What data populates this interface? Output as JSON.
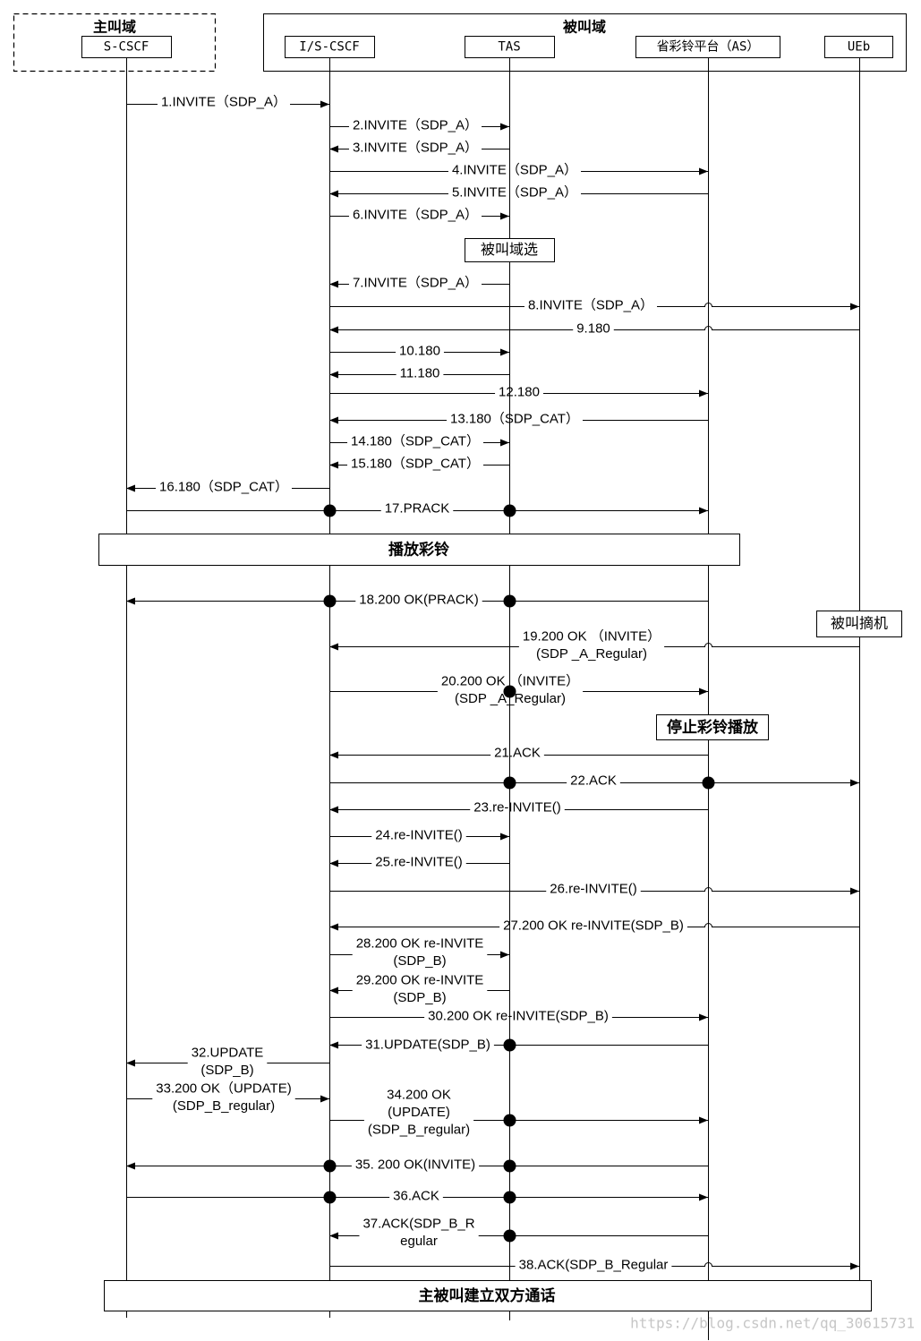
{
  "domains": {
    "caller": "主叫域",
    "callee": "被叫域"
  },
  "lifelines": [
    "S-CSCF",
    "I/S-CSCF",
    "TAS",
    "省彩铃平台（AS）",
    "UEb"
  ],
  "notes": {
    "domain_select": "被叫域选",
    "play_ringback": "播放彩铃",
    "callee_answer": "被叫摘机",
    "stop_ringback": "停止彩铃播放",
    "call_established": "主被叫建立双方通话"
  },
  "messages": [
    {
      "from": 0,
      "to": 1,
      "label": [
        "1.INVITE（SDP_A）"
      ]
    },
    {
      "from": 1,
      "to": 2,
      "label": [
        "2.INVITE（SDP_A）"
      ]
    },
    {
      "from": 2,
      "to": 1,
      "label": [
        "3.INVITE（SDP_A）"
      ]
    },
    {
      "from": 1,
      "to": 3,
      "label": [
        "4.INVITE（SDP_A）"
      ]
    },
    {
      "from": 3,
      "to": 1,
      "label": [
        "5.INVITE（SDP_A）"
      ]
    },
    {
      "from": 1,
      "to": 2,
      "label": [
        "6.INVITE（SDP_A）"
      ]
    },
    {
      "from": 2,
      "to": 1,
      "label": [
        "7.INVITE（SDP_A）"
      ]
    },
    {
      "from": 1,
      "to": 4,
      "label": [
        "8.INVITE（SDP_A）"
      ]
    },
    {
      "from": 4,
      "to": 1,
      "label": [
        "9.180"
      ]
    },
    {
      "from": 1,
      "to": 2,
      "label": [
        "10.180"
      ]
    },
    {
      "from": 2,
      "to": 1,
      "label": [
        "11.180"
      ]
    },
    {
      "from": 1,
      "to": 3,
      "label": [
        "12.180"
      ]
    },
    {
      "from": 3,
      "to": 1,
      "label": [
        "13.180（SDP_CAT）"
      ]
    },
    {
      "from": 1,
      "to": 2,
      "label": [
        "14.180（SDP_CAT）"
      ]
    },
    {
      "from": 2,
      "to": 1,
      "label": [
        "15.180（SDP_CAT）"
      ]
    },
    {
      "from": 1,
      "to": 0,
      "label": [
        "16.180（SDP_CAT）"
      ]
    },
    {
      "from": 0,
      "to": 3,
      "via": [
        1,
        2
      ],
      "label": [
        "17.PRACK"
      ]
    },
    {
      "from": 3,
      "to": 0,
      "via": [
        1,
        2
      ],
      "label": [
        "18.200 OK(PRACK)"
      ]
    },
    {
      "from": 4,
      "to": 1,
      "label": [
        "19.200 OK （INVITE）",
        "(SDP _A_Regular)"
      ]
    },
    {
      "from": 1,
      "to": 3,
      "via": [
        2
      ],
      "label": [
        "20.200 OK （INVITE）",
        "(SDP _A_Regular)"
      ]
    },
    {
      "from": 3,
      "to": 1,
      "label": [
        "21.ACK"
      ]
    },
    {
      "from": 1,
      "to": 4,
      "via": [
        2,
        3
      ],
      "label": [
        "22.ACK"
      ]
    },
    {
      "from": 3,
      "to": 1,
      "label": [
        "23.re-INVITE()"
      ]
    },
    {
      "from": 1,
      "to": 2,
      "label": [
        "24.re-INVITE()"
      ]
    },
    {
      "from": 2,
      "to": 1,
      "label": [
        "25.re-INVITE()"
      ]
    },
    {
      "from": 1,
      "to": 4,
      "label": [
        "26.re-INVITE()"
      ]
    },
    {
      "from": 4,
      "to": 1,
      "label": [
        "27.200 OK re-INVITE(SDP_B)"
      ]
    },
    {
      "from": 1,
      "to": 2,
      "label": [
        "28.200 OK re-INVITE",
        "(SDP_B)"
      ]
    },
    {
      "from": 2,
      "to": 1,
      "label": [
        "29.200 OK re-INVITE",
        "(SDP_B)"
      ]
    },
    {
      "from": 1,
      "to": 3,
      "label": [
        "30.200 OK re-INVITE(SDP_B)"
      ]
    },
    {
      "from": 3,
      "to": 1,
      "via": [
        2
      ],
      "label": [
        "31.UPDATE(SDP_B)"
      ]
    },
    {
      "from": 1,
      "to": 0,
      "label": [
        "32.UPDATE",
        "(SDP_B)"
      ]
    },
    {
      "from": 0,
      "to": 1,
      "label": [
        "33.200 OK（UPDATE)",
        "(SDP_B_regular)"
      ]
    },
    {
      "from": 1,
      "to": 3,
      "via": [
        2
      ],
      "label": [
        "34.200 OK",
        "(UPDATE)",
        "(SDP_B_regular)"
      ]
    },
    {
      "from": 3,
      "to": 0,
      "via": [
        1,
        2
      ],
      "label": [
        "35. 200 OK(INVITE)"
      ]
    },
    {
      "from": 0,
      "to": 3,
      "via": [
        1,
        2
      ],
      "label": [
        "36.ACK"
      ]
    },
    {
      "from": 3,
      "to": 1,
      "via": [
        2
      ],
      "label": [
        "37.ACK(SDP_B_R",
        "egular"
      ]
    },
    {
      "from": 1,
      "to": 4,
      "label": [
        "38.ACK(SDP_B_Regular"
      ]
    }
  ],
  "watermark": "https://blog.csdn.net/qq_30615731"
}
